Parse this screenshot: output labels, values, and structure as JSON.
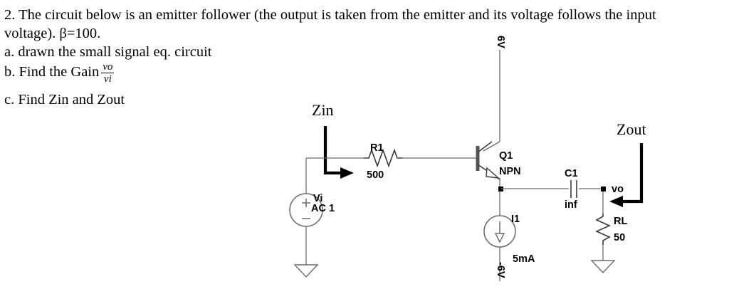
{
  "question": {
    "line1": "2. The circuit below is an emitter follower (the output is taken from the emitter and its voltage follows the input",
    "line2": "voltage). β=100.",
    "line3": "a. drawn the small signal eq. circuit",
    "line4_prefix": "b. Find the Gain",
    "gain_numerator": "vo",
    "gain_denominator": "vi",
    "line5": "c. Find Zin and Zout"
  },
  "circuit": {
    "labels": {
      "zin": "Zin",
      "zout": "Zout",
      "supply_top": "6V",
      "supply_bottom": "-6V",
      "source_name": "Vi",
      "source_value": "AC 1",
      "r1_name": "R1",
      "r1_value": "500",
      "q1_name": "Q1",
      "q1_type": "NPN",
      "c1_name": "C1",
      "c1_value": "inf",
      "i1_name": "I1",
      "i1_value": "5mA",
      "rl_name": "RL",
      "rl_value": "50",
      "vo_node": "vo",
      "source_plus": "+",
      "source_minus": "–"
    },
    "colors": {
      "wire": "#6b6b6b",
      "ink": "#000000",
      "background": "#ffffff"
    }
  }
}
